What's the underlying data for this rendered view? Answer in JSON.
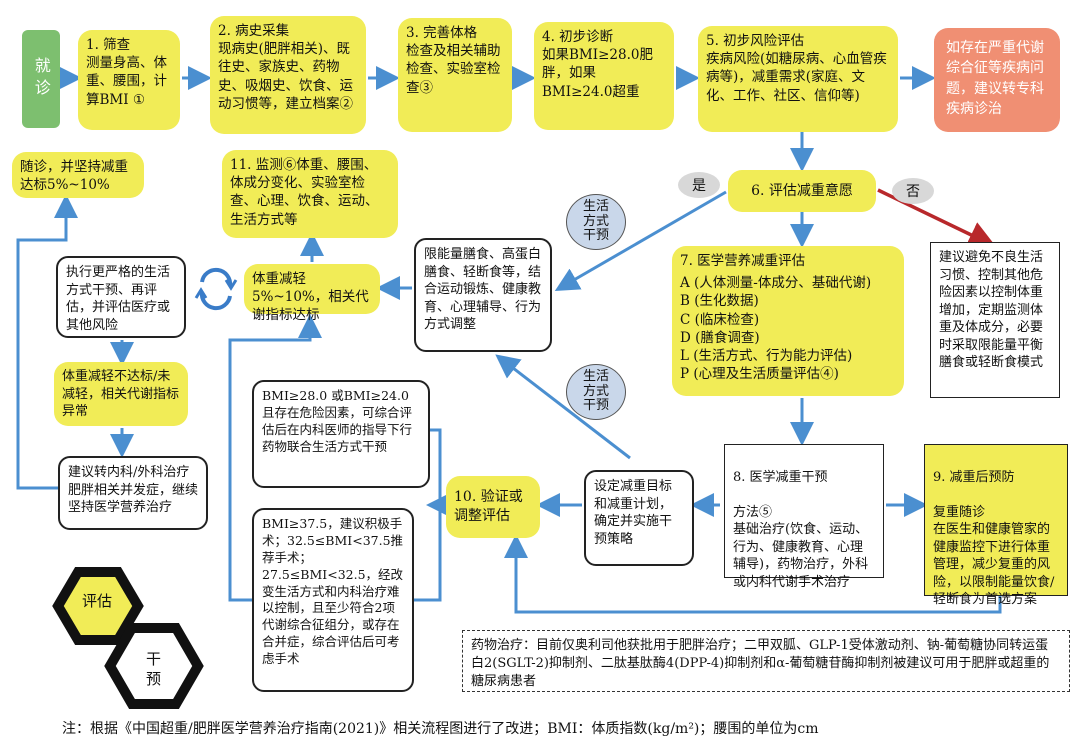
{
  "start": "就诊",
  "steps": {
    "s1": {
      "title": "1. 筛查",
      "body": "测量身高、体重、腰围，计算BMI ①"
    },
    "s2": {
      "title": "2. 病史采集",
      "body": "现病史(肥胖相关)、既往史、家族史、药物史、吸烟史、饮食、运动习惯等，建立档案②"
    },
    "s3": {
      "title": "3. 完善体格",
      "body": "检查及相关辅助检查、实验室检查③"
    },
    "s4": {
      "title": "4. 初步诊断",
      "body": "如果BMI≥28.0肥胖，如果BMI≥24.0超重"
    },
    "s5": {
      "title": "5. 初步风险评估",
      "body": "疾病风险(如糖尿病、心血管疾病等)，减重需求(家庭、文化、工作、社区、信仰等)"
    },
    "refer": "如存在严重代谢综合征等疾病问题，建议转专科疾病诊治",
    "s6": "6. 评估减重意愿",
    "yes": "是",
    "no": "否",
    "no_advice": "建议避免不良生活习惯、控制其他危险因素以控制体重增加，定期监测体重及体成分，必要时采取限能量平衡膳食或轻断食模式",
    "s7": {
      "title": "7. 医学营养减重评估",
      "lines": [
        "A (人体测量-体成分、基础代谢)",
        "B (生化数据)",
        "C (临床检查)",
        "D (膳食调查)",
        "L (生活方式、行为能力评估)",
        "P (心理及生活质量评估④)"
      ]
    },
    "diet": "限能量膳食、高蛋白膳食、轻断食等，结合运动锻炼、健康教育、心理辅导、行为方式调整",
    "lifestyle": "生活方式干预",
    "s8": {
      "title": "8. 医学减重干预",
      "body": "方法⑤\n基础治疗(饮食、运动、行为、健康教育、心理辅导)，药物治疗，外科或内科代谢手术治疗"
    },
    "s9": {
      "title": "9. 减重后预防",
      "body": "复重随诊\n在医生和健康管家的健康监控下进行体重管理，减少复重的风险，以限制能量饮食/轻断食为首选方案"
    },
    "goals": "设定减重目标和减重计划，确定并实施干预策略",
    "s10": "10. 验证或调整评估",
    "s11": "11. 监测⑥体重、腰围、体成分变化、实验室检查、心理、饮食、运动、生活方式等",
    "target": "体重减轻5%~10%，相关代谢指标达标",
    "follow": "随诊，并坚持减重达标5%~10%",
    "stricter": "执行更严格的生活方式干预、再评估，并评估医疗或其他风险",
    "not_met": "体重减轻不达标/未减轻，相关代谢指标异常",
    "transfer": "建议转内科/外科治疗肥胖相关并发症，继续坚持医学营养治疗",
    "bmi_a": "BMI≥28.0 或BMI≥24.0且存在危险因素，可综合评估后在内科医师的指导下行药物联合生活方式干预",
    "bmi_b": "BMI≥37.5，建议积极手术；32.5≤BMI<37.5推荐手术；27.5≤BMI<32.5，经改变生活方式和内科治疗难以控制，且至少符合2项代谢综合征组分，或存在合并症，综合评估后可考虑手术",
    "drugs": "药物治疗：目前仅奥利司他获批用于肥胖治疗；二甲双胍、GLP-1受体激动剂、钠-葡萄糖协同转运蛋白2(SGLT-2)抑制剂、二肽基肽酶4(DPP-4)抑制剂和α-葡萄糖苷酶抑制剂被建议可用于肥胖或超重的糖尿病患者",
    "legend_eval": "评估",
    "legend_interv": "干预"
  },
  "footnote": "注：根据《中国超重/肥胖医学营养治疗指南(2021)》相关流程图进行了改进；BMI：体质指数(kg/m²)；腰围的单位为cm",
  "colors": {
    "yellow": "#f1ec57",
    "green": "#7dbf6f",
    "salmon": "#f08f73",
    "arrow": "#4b8fd0",
    "no_arrow": "#b8282b"
  }
}
